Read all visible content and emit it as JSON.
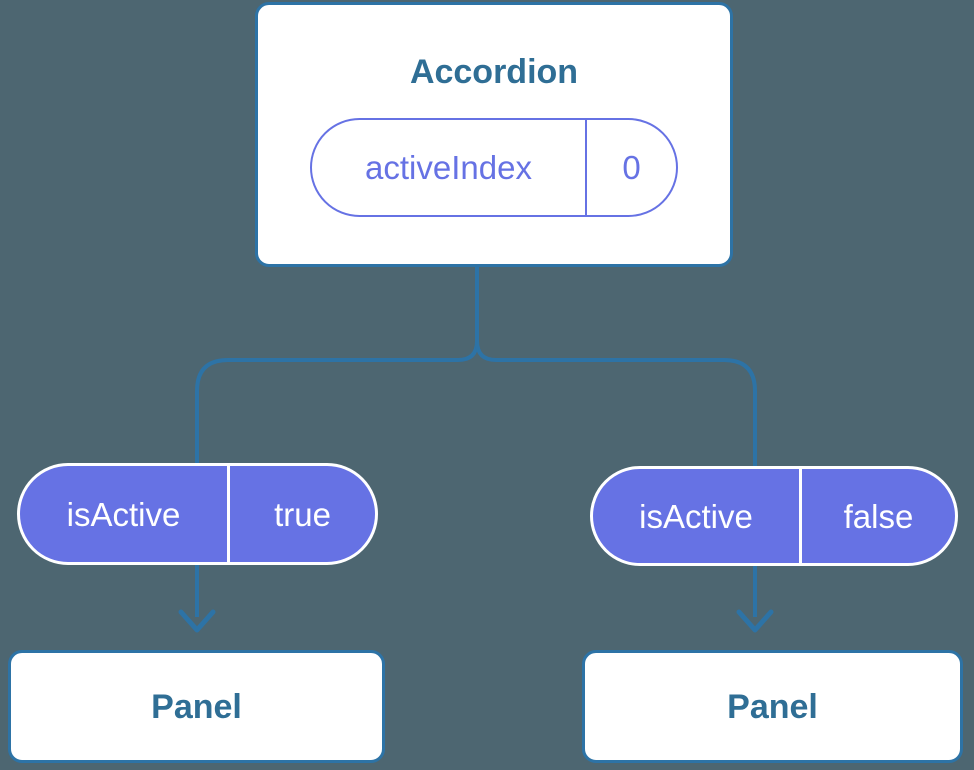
{
  "theme": {
    "bg": "#4d6671",
    "line": "#2d73a6",
    "purple": "#6672e4",
    "heading": "#2f6e95",
    "card-bg": "#ffffff",
    "pill-text": "#ffffff"
  },
  "diagram": {
    "accordion": {
      "title": "Accordion",
      "state": {
        "name": "activeIndex",
        "value": "0"
      }
    },
    "branch_left": {
      "prop": {
        "name": "isActive",
        "value": "true"
      },
      "panel_label": "Panel"
    },
    "branch_right": {
      "prop": {
        "name": "isActive",
        "value": "false"
      },
      "panel_label": "Panel"
    }
  }
}
